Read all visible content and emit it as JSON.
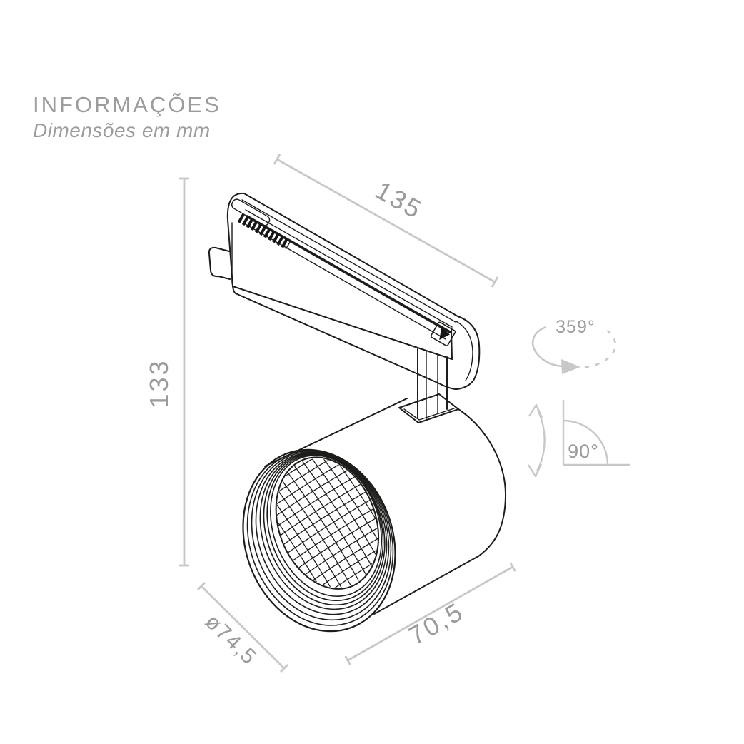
{
  "header": {
    "title": "INFORMAÇÕES",
    "subtitle": "Dimensões em mm"
  },
  "drawing": {
    "description": "Technical line drawing of a track-mounted spotlight",
    "dimensions": {
      "track_length": "135",
      "total_height": "133",
      "head_diameter": "ø74,5",
      "head_length": "70,5",
      "horizontal_rotation": "359°",
      "vertical_tilt": "90°"
    },
    "colors": {
      "outline": "#1d1d1b",
      "dimension_line": "#c8c8c8",
      "dimension_text": "#9b9b9b",
      "background": "#ffffff"
    }
  }
}
